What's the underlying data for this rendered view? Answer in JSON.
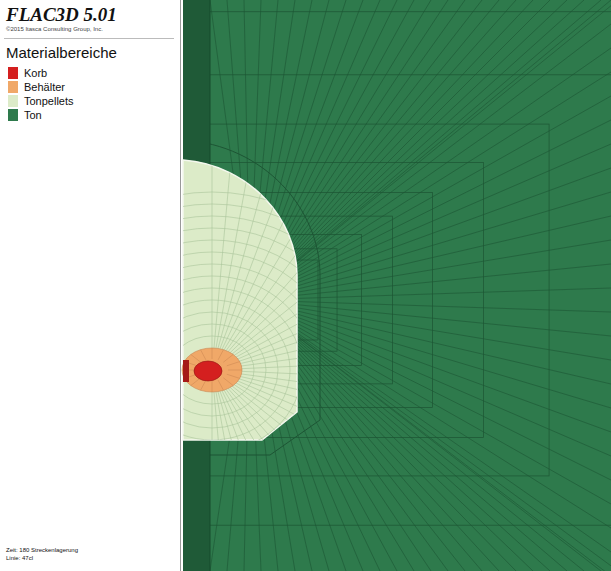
{
  "diagram": {
    "title": "FLAC3D 5.01",
    "labels": [
      "©2015 Itasca Consulting Group, Inc.",
      "Materialbereiche",
      "Zeit: 180 Streckenlagerung",
      "Linie: 47cl"
    ],
    "legend": [
      {
        "text": "Korb",
        "color": "#d41f1f"
      },
      {
        "text": "Behälter",
        "color": "#f0a868"
      },
      {
        "text": "Tonpellets",
        "color": "#dcebc8"
      },
      {
        "text": "Ton",
        "color": "#2e7a4c"
      }
    ]
  }
}
